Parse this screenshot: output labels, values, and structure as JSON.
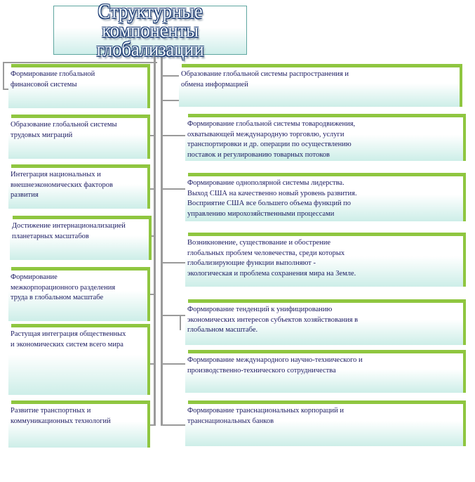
{
  "title": "Структурные компоненты\nглобализации",
  "left_items": [
    "Формирование глобальной\nфинансовой системы",
    "Образование глобальной системы\nтрудовых миграций",
    "Интеграция национальных и\nвнешнеэкономических факторов\nразвития",
    "Достижение интернационализацией\nпланетарных масштабов",
    "Формирование\nмежкорпорационного разделения\nтруда в глобальном масштабе",
    "Растущая интеграция общественных\nи экономических систем всего мира",
    "Развитие транспортных и\nкоммуникационных технологий"
  ],
  "right_items": [
    "Образование глобальной системы распространения и\nобмена информацией",
    "Формирование глобальной системы товародвижения,\nохватывающей международную торговлю, услуги\nтранспортировки и др. операции по осуществлению\nпоставок и регулированию товарных потоков",
    "Формирование однополярной системы лидерства.\nВыход США на качественно новый уровень развития.\nВосприятие США все большего объема функций по\nуправлению мирохозяйственными процессами",
    "Возникновение, существование и обострение\nглобальных проблем человечества, среди которых\nглобализирующие функции выполняют  -\nэкологическая и проблема сохранения мира на Земле.",
    "Формирование тенденций к унифицированию\nэкономических интересов субъектов хозяйствования в\nглобальном масштабе.",
    "Формирование международного научно-технического и\n производственно-технического сотрудничества",
    "Формирование транснациональных корпораций и\nтранснациональных банков"
  ]
}
